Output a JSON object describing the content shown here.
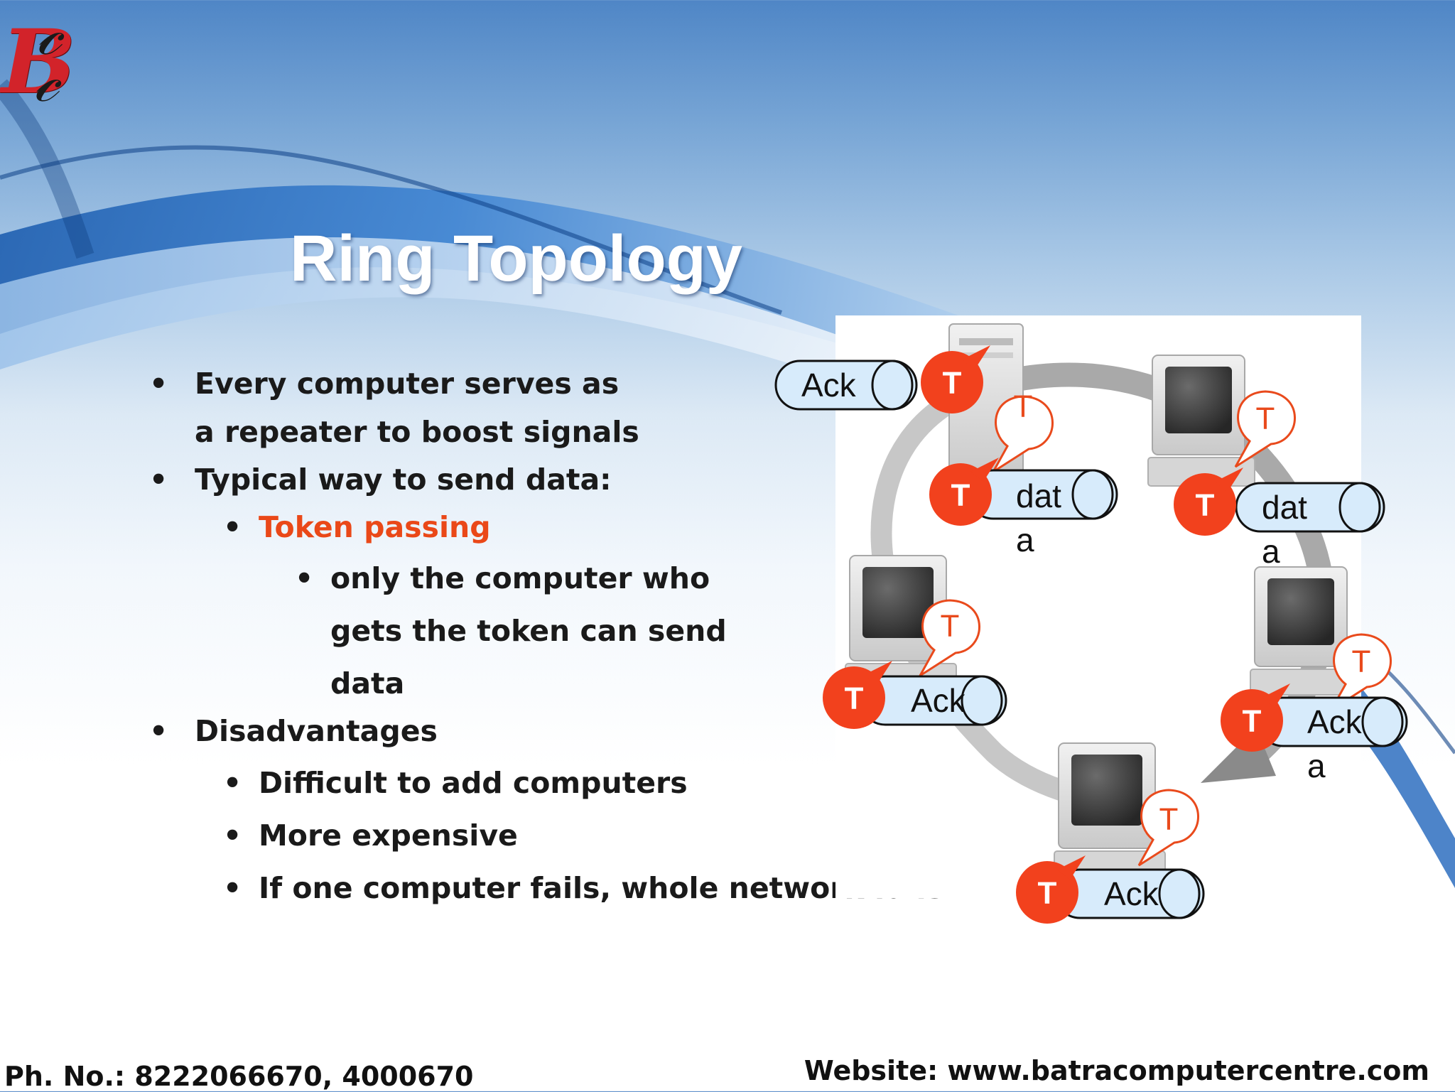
{
  "logo": {
    "text": "B"
  },
  "title": "Ring Topology",
  "bullets": [
    "Every computer serves as",
    "a repeater to boost signals",
    "Typical way to send data:",
    "Token passing",
    "only the computer who",
    "gets the token can send",
    "data",
    "Disadvantages",
    "Difficult to add computers",
    "More expensive",
    "If one computer fails, whole network fails"
  ],
  "bullet_marker": "•",
  "diagram": {
    "token_letter": "T",
    "packets": [
      {
        "main": "Ack"
      },
      {
        "main": "dat",
        "tail": "a"
      },
      {
        "main": "dat",
        "tail": "a"
      },
      {
        "main": "Ack"
      },
      {
        "main": "Ack",
        "tail": "a"
      },
      {
        "main": "Ack"
      }
    ]
  },
  "footer": {
    "phone": "Ph. No.: 8222066670, 4000670",
    "website": "Website: www.batracomputercentre.com"
  },
  "colors": {
    "accent": "#ea4818",
    "token_red": "#f2411d",
    "packet_fill": "#d7ebfb",
    "title_text": "#ffffff",
    "body_text": "#1a1a1a"
  }
}
